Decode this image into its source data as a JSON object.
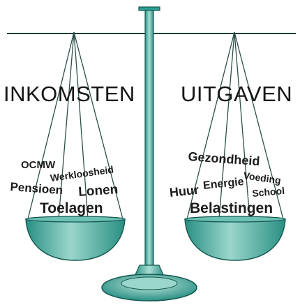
{
  "colors": {
    "teal": "#2f9e92",
    "teal_light": "#8fd2c6",
    "teal_dark": "#155a52",
    "text": "#1c1c1c"
  },
  "headings": {
    "income": "INKOMSTEN",
    "expenses": "UITGAVEN"
  },
  "income_items": [
    "OCMW",
    "Werkloosheid",
    "Pensioen",
    "Lonen",
    "Toelagen"
  ],
  "expense_items": [
    "Gezondheid",
    "Voeding",
    "Energie",
    "Huur",
    "School",
    "Belastingen"
  ]
}
